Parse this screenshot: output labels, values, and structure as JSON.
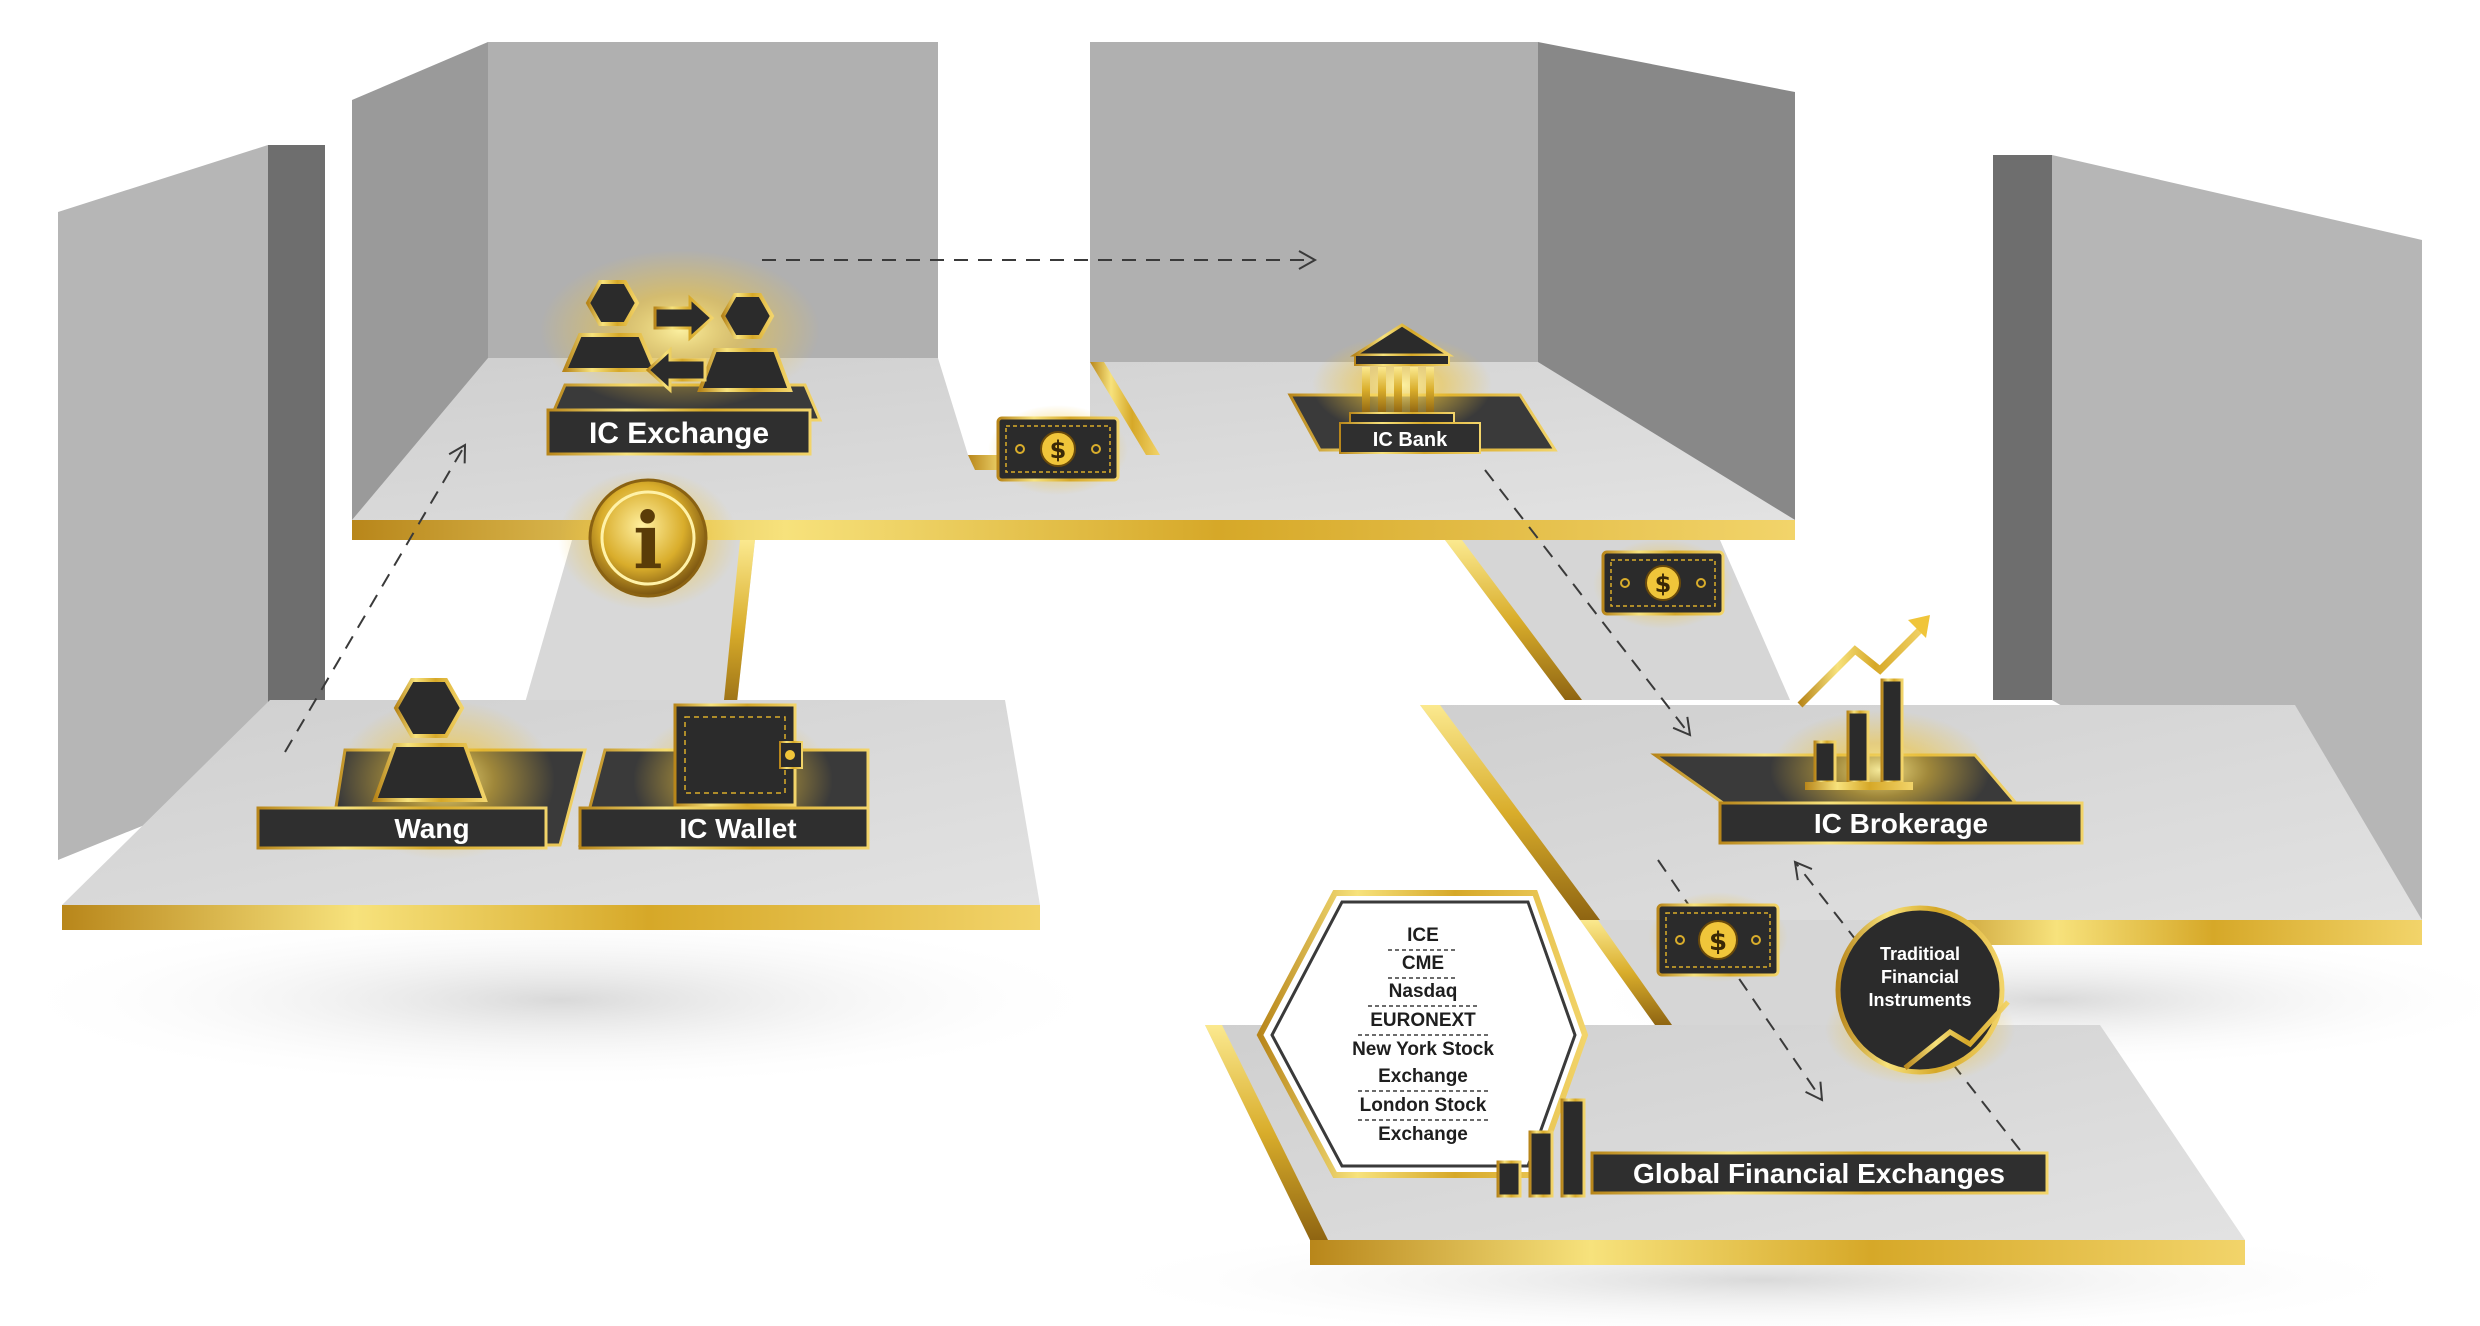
{
  "nodes": {
    "wang": "Wang",
    "ic_wallet": "IC Wallet",
    "ic_exchange": "IC Exchange",
    "ic_bank": "IC Bank",
    "ic_brokerage": "IC Brokerage",
    "global_financial_exchanges": "Global Financial Exchanges"
  },
  "traditional_instruments": {
    "line1": "Traditioal",
    "line2": "Financial",
    "line3": "Instruments"
  },
  "exchanges_list": [
    "ICE",
    "CME",
    "Nasdaq",
    "EURONEXT",
    "New York Stock",
    "Exchange",
    "London Stock",
    "Exchange"
  ],
  "icons": {
    "coin": "ic-coin-icon",
    "money": "dollar-bill-icon",
    "bank": "bank-building-icon",
    "chart": "growth-chart-icon",
    "user": "user-icon",
    "wallet": "wallet-icon",
    "exchange": "user-exchange-icon"
  },
  "colors": {
    "gold": "#d9ad2b",
    "gold_light": "#f6e07a",
    "wall_light": "#b4b4b4",
    "wall_dark": "#8a8a8a",
    "floor": "#d4d4d4",
    "label_bg": "#2f2f2f"
  }
}
